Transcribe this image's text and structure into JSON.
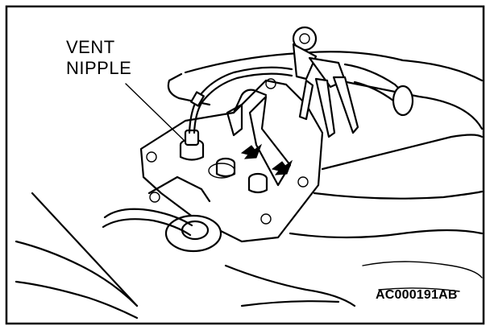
{
  "figure": {
    "label_line_1": "VENT",
    "label_line_2": "NIPPLE",
    "figure_code": "AC000191AB"
  },
  "colors": {
    "ink": "#000000",
    "paper": "#ffffff"
  },
  "icons": [
    "arrow-icon",
    "arrow-icon"
  ]
}
